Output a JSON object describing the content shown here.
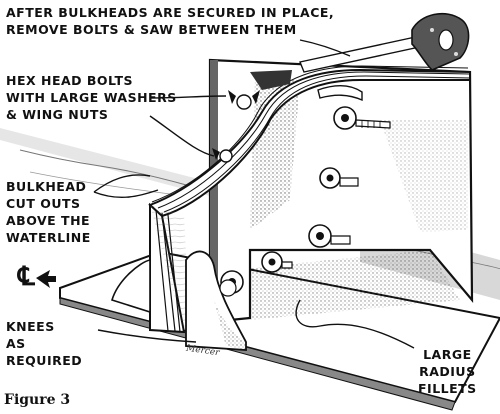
{
  "labels": {
    "top": [
      "AFTER BULKHEADS ARE SECURED IN PLACE,",
      "REMOVE BOLTS & SAW BETWEEN THEM"
    ],
    "bolts": [
      "HEX HEAD BOLTS",
      "WITH LARGE WASHERS",
      "& WING NUTS"
    ],
    "bulkhead": [
      "BULKHEAD",
      "CUT OUTS",
      "ABOVE THE",
      "WATERLINE"
    ],
    "knees": [
      "KNEES",
      "AS",
      "REQUIRED"
    ],
    "fillets": [
      "LARGE",
      "RADIUS",
      "FILLETS"
    ]
  },
  "caption": "Figure 3",
  "signature": "Mercer",
  "icons": [
    "centerline-symbol",
    "saw-icon"
  ]
}
